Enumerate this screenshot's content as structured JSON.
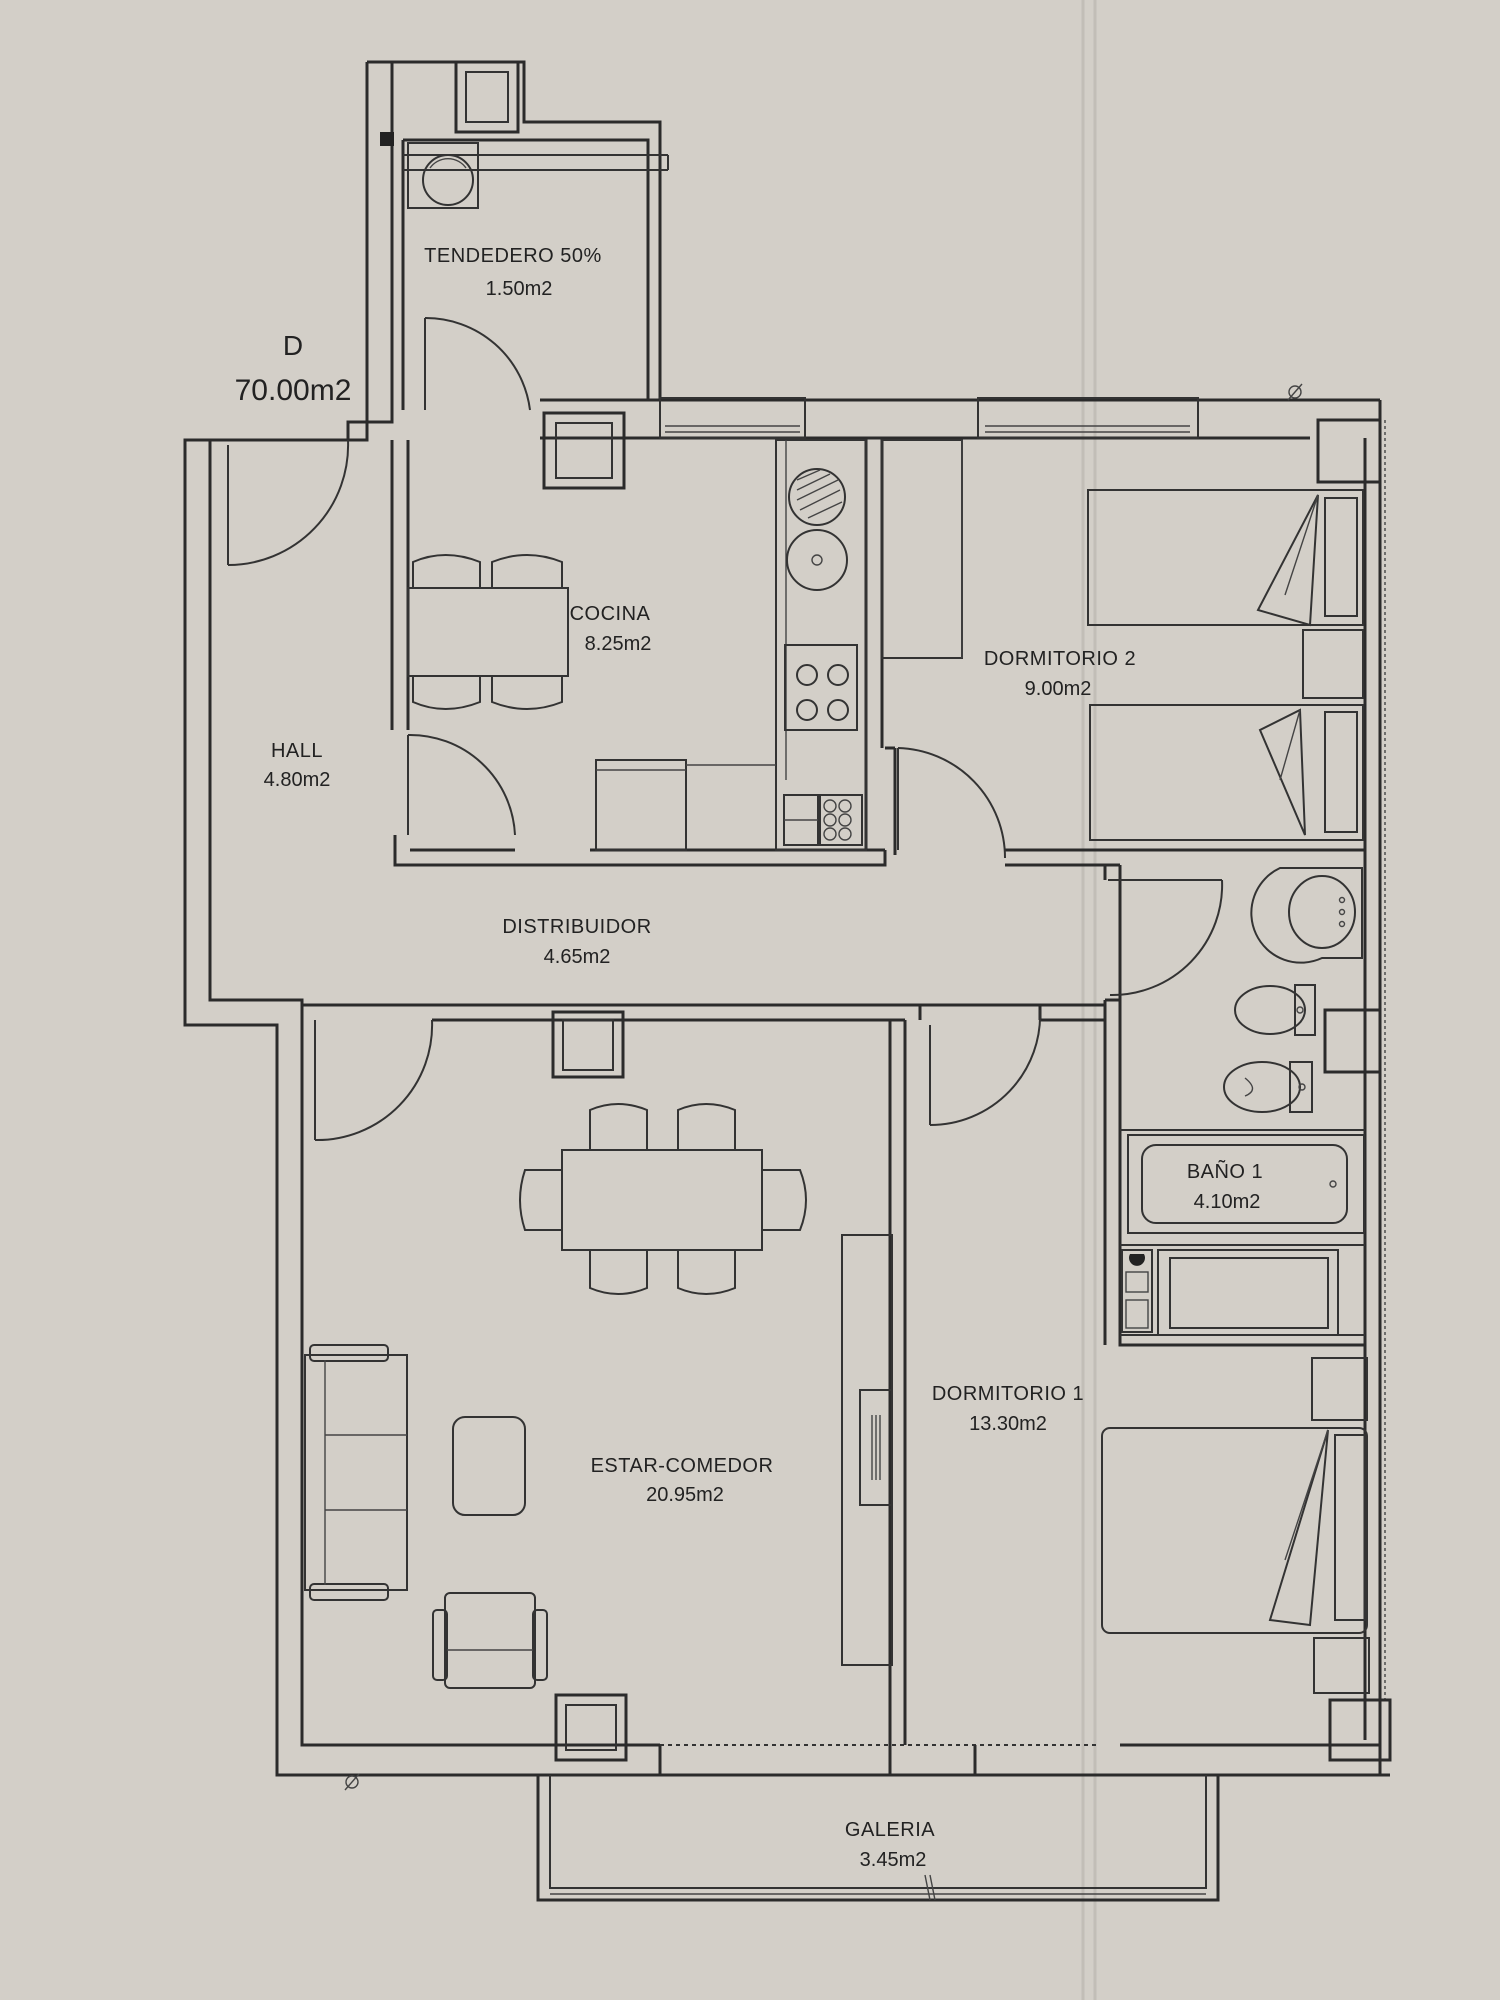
{
  "unit": {
    "letter": "D",
    "total_area": "70.00m2"
  },
  "rooms": [
    {
      "id": "tendedero",
      "name": "TENDEDERO 50%",
      "area": "1.50m2"
    },
    {
      "id": "cocina",
      "name": "COCINA",
      "area": "8.25m2"
    },
    {
      "id": "dormitorio2",
      "name": "DORMITORIO 2",
      "area": "9.00m2"
    },
    {
      "id": "hall",
      "name": "HALL",
      "area": "4.80m2"
    },
    {
      "id": "distribuidor",
      "name": "DISTRIBUIDOR",
      "area": "4.65m2"
    },
    {
      "id": "bano1",
      "name": "BAÑO 1",
      "area": "4.10m2"
    },
    {
      "id": "dormitorio1",
      "name": "DORMITORIO 1",
      "area": "13.30m2"
    },
    {
      "id": "estar",
      "name": "ESTAR-COMEDOR",
      "area": "20.95m2"
    },
    {
      "id": "galeria",
      "name": "GALERIA",
      "area": "3.45m2"
    }
  ],
  "colors": {
    "paper": "#d3cfc8",
    "ink": "#2b2b2b"
  }
}
